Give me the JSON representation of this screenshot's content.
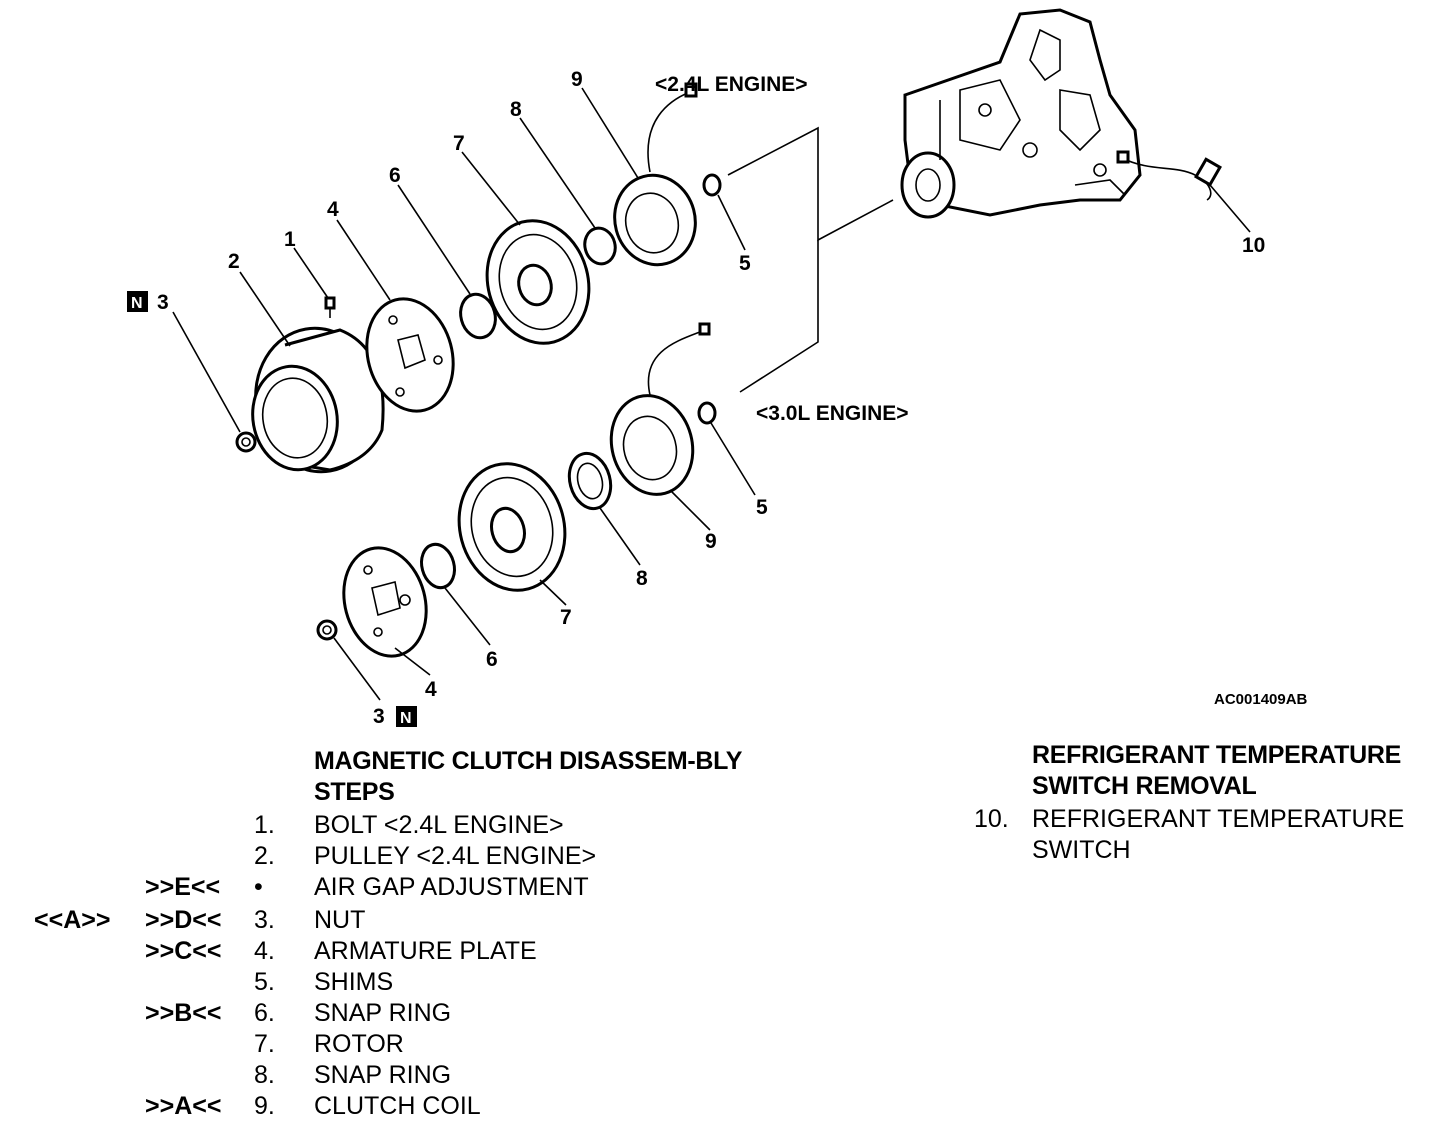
{
  "callouts": {
    "c1": "1",
    "c2": "2",
    "c3_top": "3",
    "c4_top": "4",
    "c6_top": "6",
    "c7_top": "7",
    "c8_top": "8",
    "c9_top": "9",
    "c5_top": "5",
    "c10": "10",
    "c5_bottom": "5",
    "c9_bottom": "9",
    "c8_bottom": "8",
    "c7_bottom": "7",
    "c6_bottom": "6",
    "c4_bottom": "4",
    "c3_bottom": "3"
  },
  "new_part_mark": "N",
  "engine_labels": {
    "top": "<2.4L ENGINE>",
    "bottom": "<3.0L ENGINE>"
  },
  "figure_code": "AC001409AB",
  "disassembly": {
    "heading": "MAGNETIC CLUTCH DISASSEM-BLY STEPS",
    "steps": [
      {
        "service": "",
        "service2": "",
        "num": "1.",
        "text": "BOLT <2.4L ENGINE>"
      },
      {
        "service": "",
        "service2": "",
        "num": "2.",
        "text": "PULLEY <2.4L ENGINE>"
      },
      {
        "service": "",
        "service2": ">>E<<",
        "num": "•",
        "text": "AIR GAP ADJUSTMENT"
      },
      {
        "service": "<<A>>",
        "service2": ">>D<<",
        "num": "3.",
        "text": "NUT"
      },
      {
        "service": "",
        "service2": ">>C<<",
        "num": "4.",
        "text": "ARMATURE PLATE"
      },
      {
        "service": "",
        "service2": "",
        "num": "5.",
        "text": "SHIMS"
      },
      {
        "service": "",
        "service2": ">>B<<",
        "num": "6.",
        "text": "SNAP RING"
      },
      {
        "service": "",
        "service2": "",
        "num": "7.",
        "text": "ROTOR"
      },
      {
        "service": "",
        "service2": "",
        "num": "8.",
        "text": "SNAP RING"
      },
      {
        "service": "",
        "service2": ">>A<<",
        "num": "9.",
        "text": "CLUTCH COIL"
      }
    ]
  },
  "removal": {
    "heading": "REFRIGERANT TEMPERATURE SWITCH REMOVAL",
    "num": "10.",
    "text": "REFRIGERANT TEMPERATURE SWITCH"
  }
}
